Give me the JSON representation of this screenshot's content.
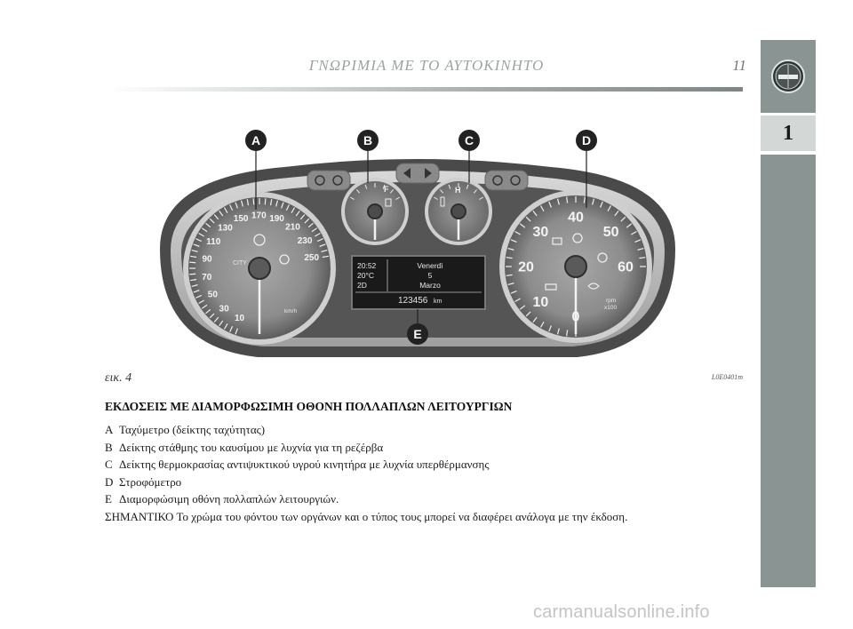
{
  "header": {
    "title": "ΓΝΩΡΙΜΙΑ ΜΕ ΤΟ ΑΥΤΟΚΙΝΗΤΟ",
    "page_number": "11"
  },
  "sidebar": {
    "logo_icon": "lancia-shield-icon",
    "chapter": "1"
  },
  "figure": {
    "callouts": [
      "A",
      "B",
      "C",
      "D",
      "E"
    ],
    "speedometer_ticks": [
      "10",
      "30",
      "50",
      "70",
      "90",
      "110",
      "130",
      "150",
      "170",
      "190",
      "210",
      "230",
      "250"
    ],
    "speedometer_city": "CITY",
    "speedometer_unit": "km/h",
    "fuel_letter": "F",
    "temp_letter": "H",
    "tacho_ticks": [
      "0",
      "10",
      "20",
      "30",
      "40",
      "50",
      "60"
    ],
    "tacho_unit_1": "rpm",
    "tacho_unit_2": "x100",
    "display": {
      "time": "20:52",
      "temp": "20°C",
      "gear": "2D",
      "day": "Venerdì",
      "date": "5",
      "month": "Marzo",
      "odometer": "123456",
      "odometer_unit": "km"
    },
    "caption": "εικ. 4",
    "code": "L0E0401m"
  },
  "content": {
    "heading": "ΕΚΔΟΣΕΙΣ ΜΕ ΔΙΑΜΟΡΦΩΣΙΜΗ ΟΘΟΝΗ ΠΟΛΛΑΠΛΩΝ ΛΕΙΤΟΥΡΓΙΩΝ",
    "items": [
      {
        "letter": "A",
        "text": "Ταχύμετρο (δείκτης ταχύτητας)"
      },
      {
        "letter": "B",
        "text": "Δείκτης στάθμης του καυσίμου με λυχνία για τη ρεζέρβα"
      },
      {
        "letter": "C",
        "text": "Δείκτης θερμοκρασίας αντιψυκτικού υγρού κινητήρα με λυχνία υπερθέρμανσης"
      },
      {
        "letter": "D",
        "text": "Στροφόμετρο"
      },
      {
        "letter": "E",
        "text": "Διαμορφώσιμη οθόνη πολλαπλών λειτουργιών."
      }
    ],
    "note": "ΣΗΜΑΝΤΙΚΟ Το χρώμα του φόντου των οργάνων και ο τύπος τους μπορεί να διαφέρει ανάλογα με την έκδοση."
  },
  "watermark": "carmanualsonline.info"
}
